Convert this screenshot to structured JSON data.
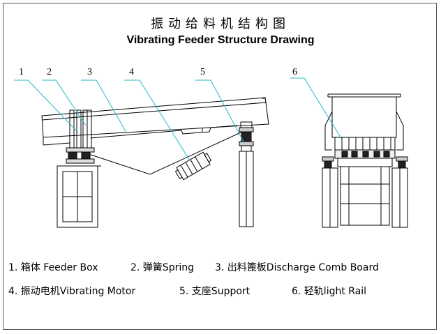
{
  "title": {
    "cn": "振动给料机结构图",
    "en": "Vibrating  Feeder Structure Drawing"
  },
  "callouts": [
    "1",
    "2",
    "3",
    "4",
    "5",
    "6"
  ],
  "legend": [
    "1. 箱体 Feeder Box",
    "2. 弹簧Spring",
    "3. 出料篦板Discharge Comb Board",
    "4. 振动电机Vibrating Motor",
    "5. 支座Support",
    "6. 轻轨light Rail"
  ]
}
